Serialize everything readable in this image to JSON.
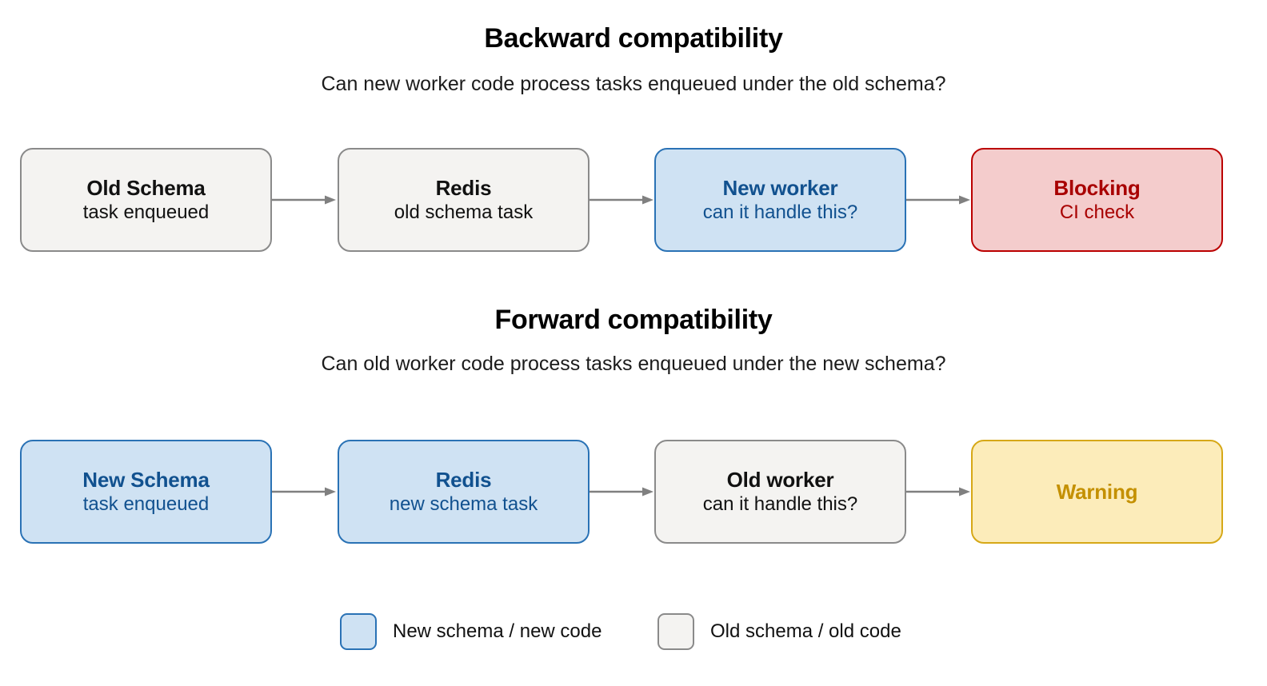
{
  "diagram": {
    "sections": [
      {
        "id": "backward",
        "title": "Backward compatibility",
        "subtitle": "Can new worker code process tasks enqueued under the old schema?",
        "nodes": [
          {
            "id": "old-schema",
            "line1": "Old Schema",
            "line2": "task enqueued",
            "variant": "gray"
          },
          {
            "id": "redis-old",
            "line1": "Redis",
            "line2": "old schema task",
            "variant": "gray"
          },
          {
            "id": "new-worker",
            "line1": "New worker",
            "line2": "can it handle this?",
            "variant": "blue"
          },
          {
            "id": "blocking",
            "line1": "Blocking",
            "line2": "CI check",
            "variant": "red"
          }
        ]
      },
      {
        "id": "forward",
        "title": "Forward compatibility",
        "subtitle": "Can old worker code process tasks enqueued under the new schema?",
        "nodes": [
          {
            "id": "new-schema",
            "line1": "New Schema",
            "line2": "task enqueued",
            "variant": "blue"
          },
          {
            "id": "redis-new",
            "line1": "Redis",
            "line2": "new schema task",
            "variant": "blue"
          },
          {
            "id": "old-worker",
            "line1": "Old worker",
            "line2": "can it handle this?",
            "variant": "gray"
          },
          {
            "id": "warning",
            "line1": "Warning",
            "line2": "",
            "variant": "yellow"
          }
        ]
      }
    ],
    "legend": [
      {
        "id": "new",
        "label": "New schema / new code",
        "variant": "blue"
      },
      {
        "id": "old",
        "label": "Old schema / old code",
        "variant": "gray"
      }
    ],
    "colors": {
      "blue_fill": "#cfe2f3",
      "blue_border": "#2a72b5",
      "blue_text": "#11518f",
      "gray_fill": "#f4f3f1",
      "gray_border": "#8a8a8a",
      "gray_text": "#111111",
      "red_fill": "#f4cccc",
      "red_border": "#bb0000",
      "red_text": "#a80000",
      "yellow_fill": "#fcecba",
      "yellow_border": "#d6a817",
      "yellow_text": "#c49000",
      "arrow": "#808080",
      "background": "#ffffff"
    }
  }
}
